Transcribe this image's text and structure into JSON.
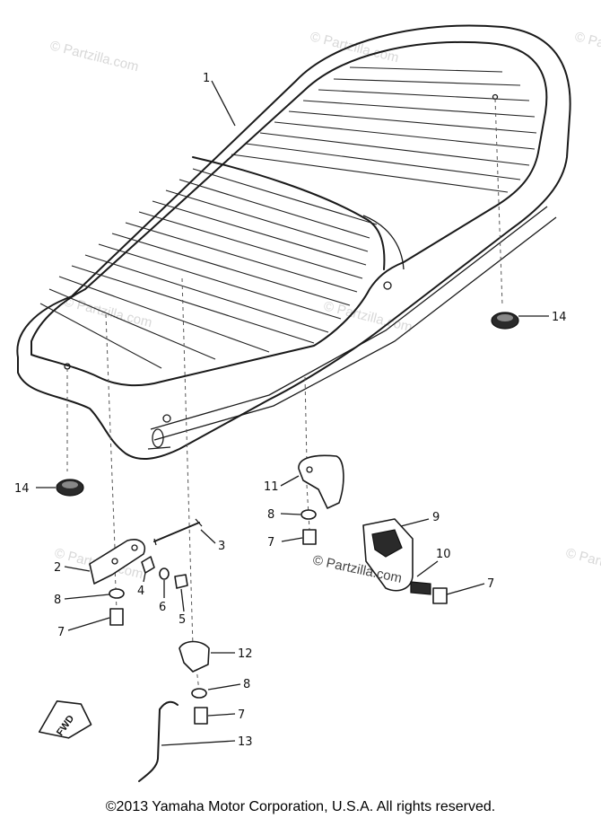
{
  "callouts": [
    {
      "label": "1"
    },
    {
      "label": "14"
    },
    {
      "label": "14"
    },
    {
      "label": "11"
    },
    {
      "label": "8"
    },
    {
      "label": "7"
    },
    {
      "label": "9"
    },
    {
      "label": "10"
    },
    {
      "label": "7"
    },
    {
      "label": "3"
    },
    {
      "label": "2"
    },
    {
      "label": "4"
    },
    {
      "label": "6"
    },
    {
      "label": "5"
    },
    {
      "label": "8"
    },
    {
      "label": "7"
    },
    {
      "label": "12"
    },
    {
      "label": "8"
    },
    {
      "label": "7"
    },
    {
      "label": "13"
    }
  ],
  "fwd_label": "FWD",
  "watermark": "© Partzilla.com",
  "copyright": "©2013 Yamaha Motor Corporation, U.S.A. All rights reserved."
}
